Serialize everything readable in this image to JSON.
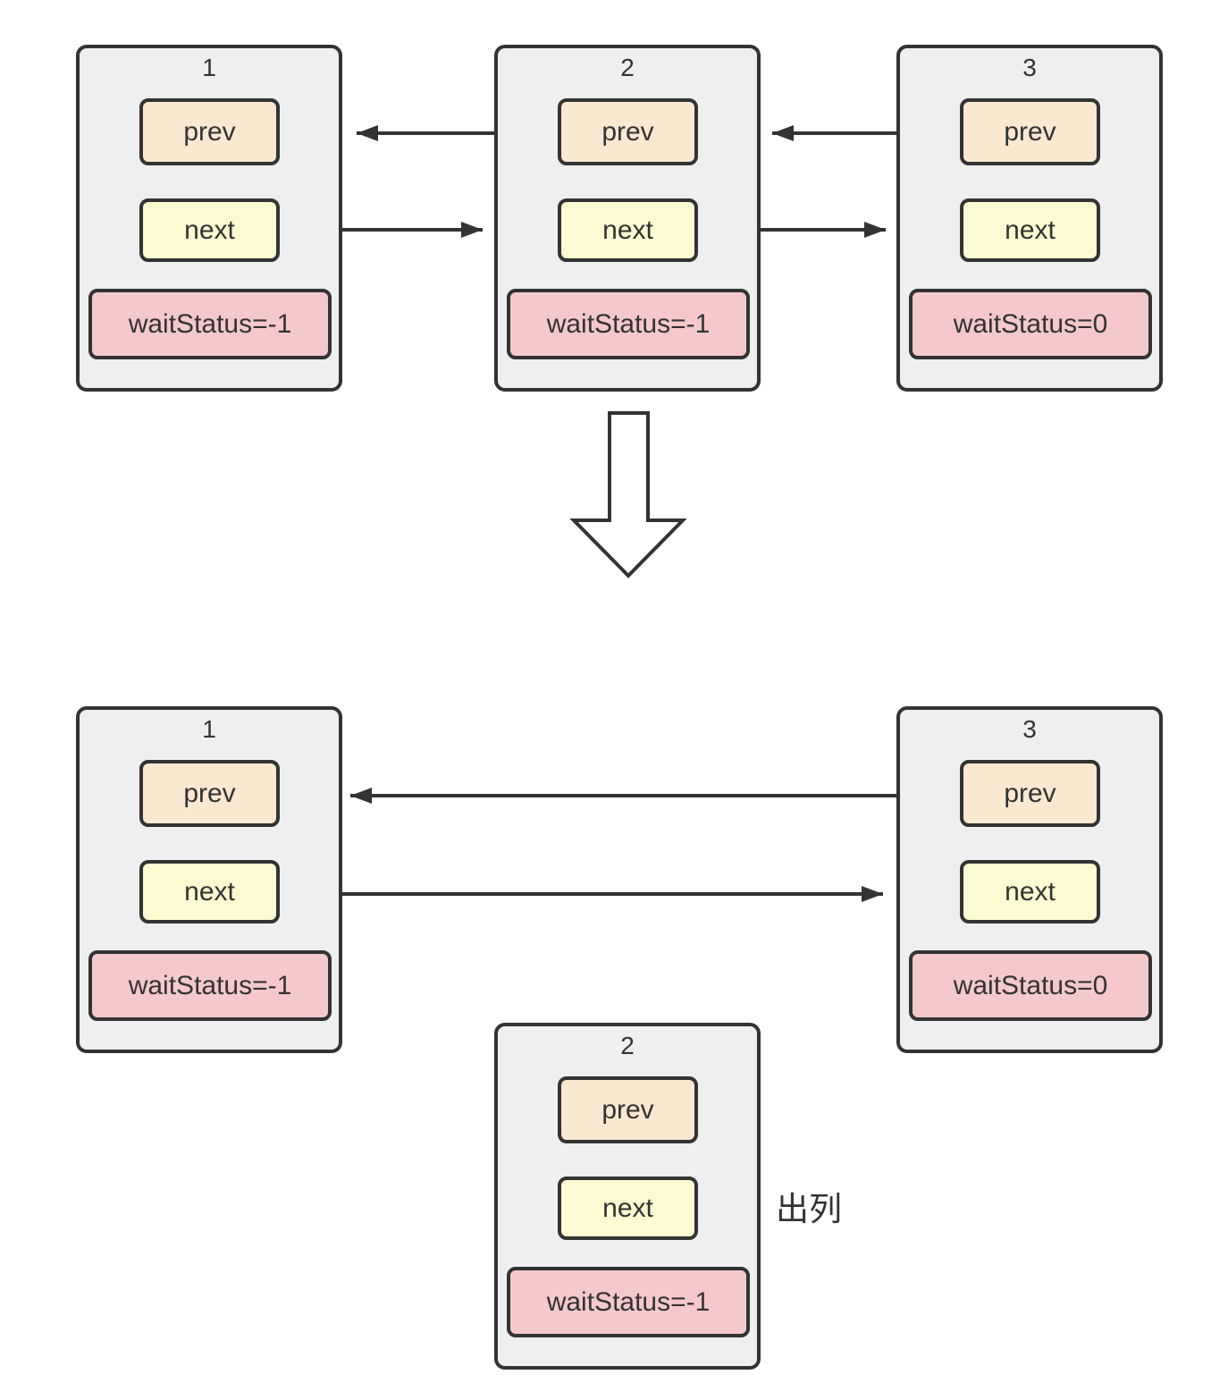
{
  "colors": {
    "page_bg": "#ffffff",
    "node_fill": "#efefef",
    "line": "#333333",
    "prev_fill": "#fbe8d0",
    "next_fill": "#fbfad0",
    "wait_fill": "#f5c8cc",
    "text": "#333333"
  },
  "labels": {
    "dequeue": "出列"
  },
  "diagram": {
    "top_row": {
      "nodes": [
        {
          "title": "1",
          "prev_label": "prev",
          "next_label": "next",
          "wait_status": "waitStatus=-1"
        },
        {
          "title": "2",
          "prev_label": "prev",
          "next_label": "next",
          "wait_status": "waitStatus=-1"
        },
        {
          "title": "3",
          "prev_label": "prev",
          "next_label": "next",
          "wait_status": "waitStatus=0"
        }
      ],
      "links": [
        "node2.prev -> node1",
        "node1.next -> node2",
        "node3.prev -> node2",
        "node2.next -> node3"
      ]
    },
    "bottom_row": {
      "nodes": [
        {
          "title": "1",
          "prev_label": "prev",
          "next_label": "next",
          "wait_status": "waitStatus=-1"
        },
        {
          "title": "3",
          "prev_label": "prev",
          "next_label": "next",
          "wait_status": "waitStatus=0"
        },
        {
          "title": "2",
          "prev_label": "prev",
          "next_label": "next",
          "wait_status": "waitStatus=-1"
        }
      ],
      "links": [
        "node3.prev -> node1",
        "node1.next -> node3"
      ]
    }
  }
}
